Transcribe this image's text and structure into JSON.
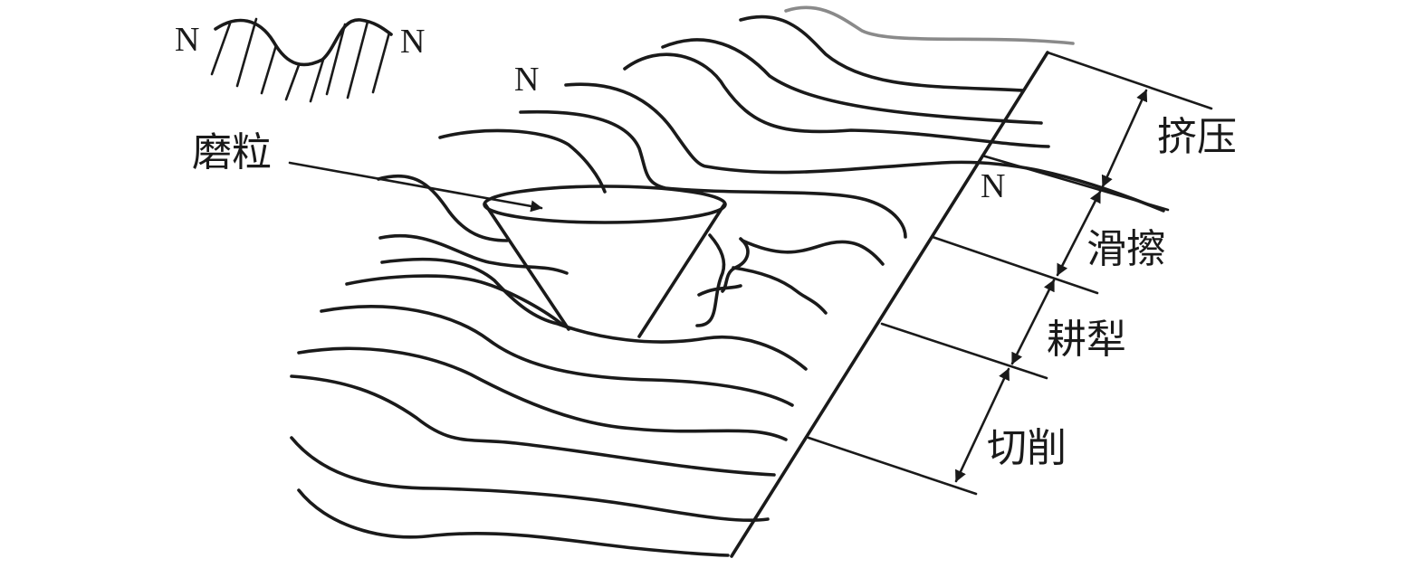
{
  "labels": {
    "abrasive_grain": "磨粒",
    "extrusion": "挤压",
    "sliding": "滑擦",
    "plowing": "耕犁",
    "cutting": "切削",
    "normal_marker": "N"
  },
  "colors": {
    "stroke": "#1a1a1a",
    "gray_contour": "#8a8a8a",
    "background": "#ffffff"
  }
}
